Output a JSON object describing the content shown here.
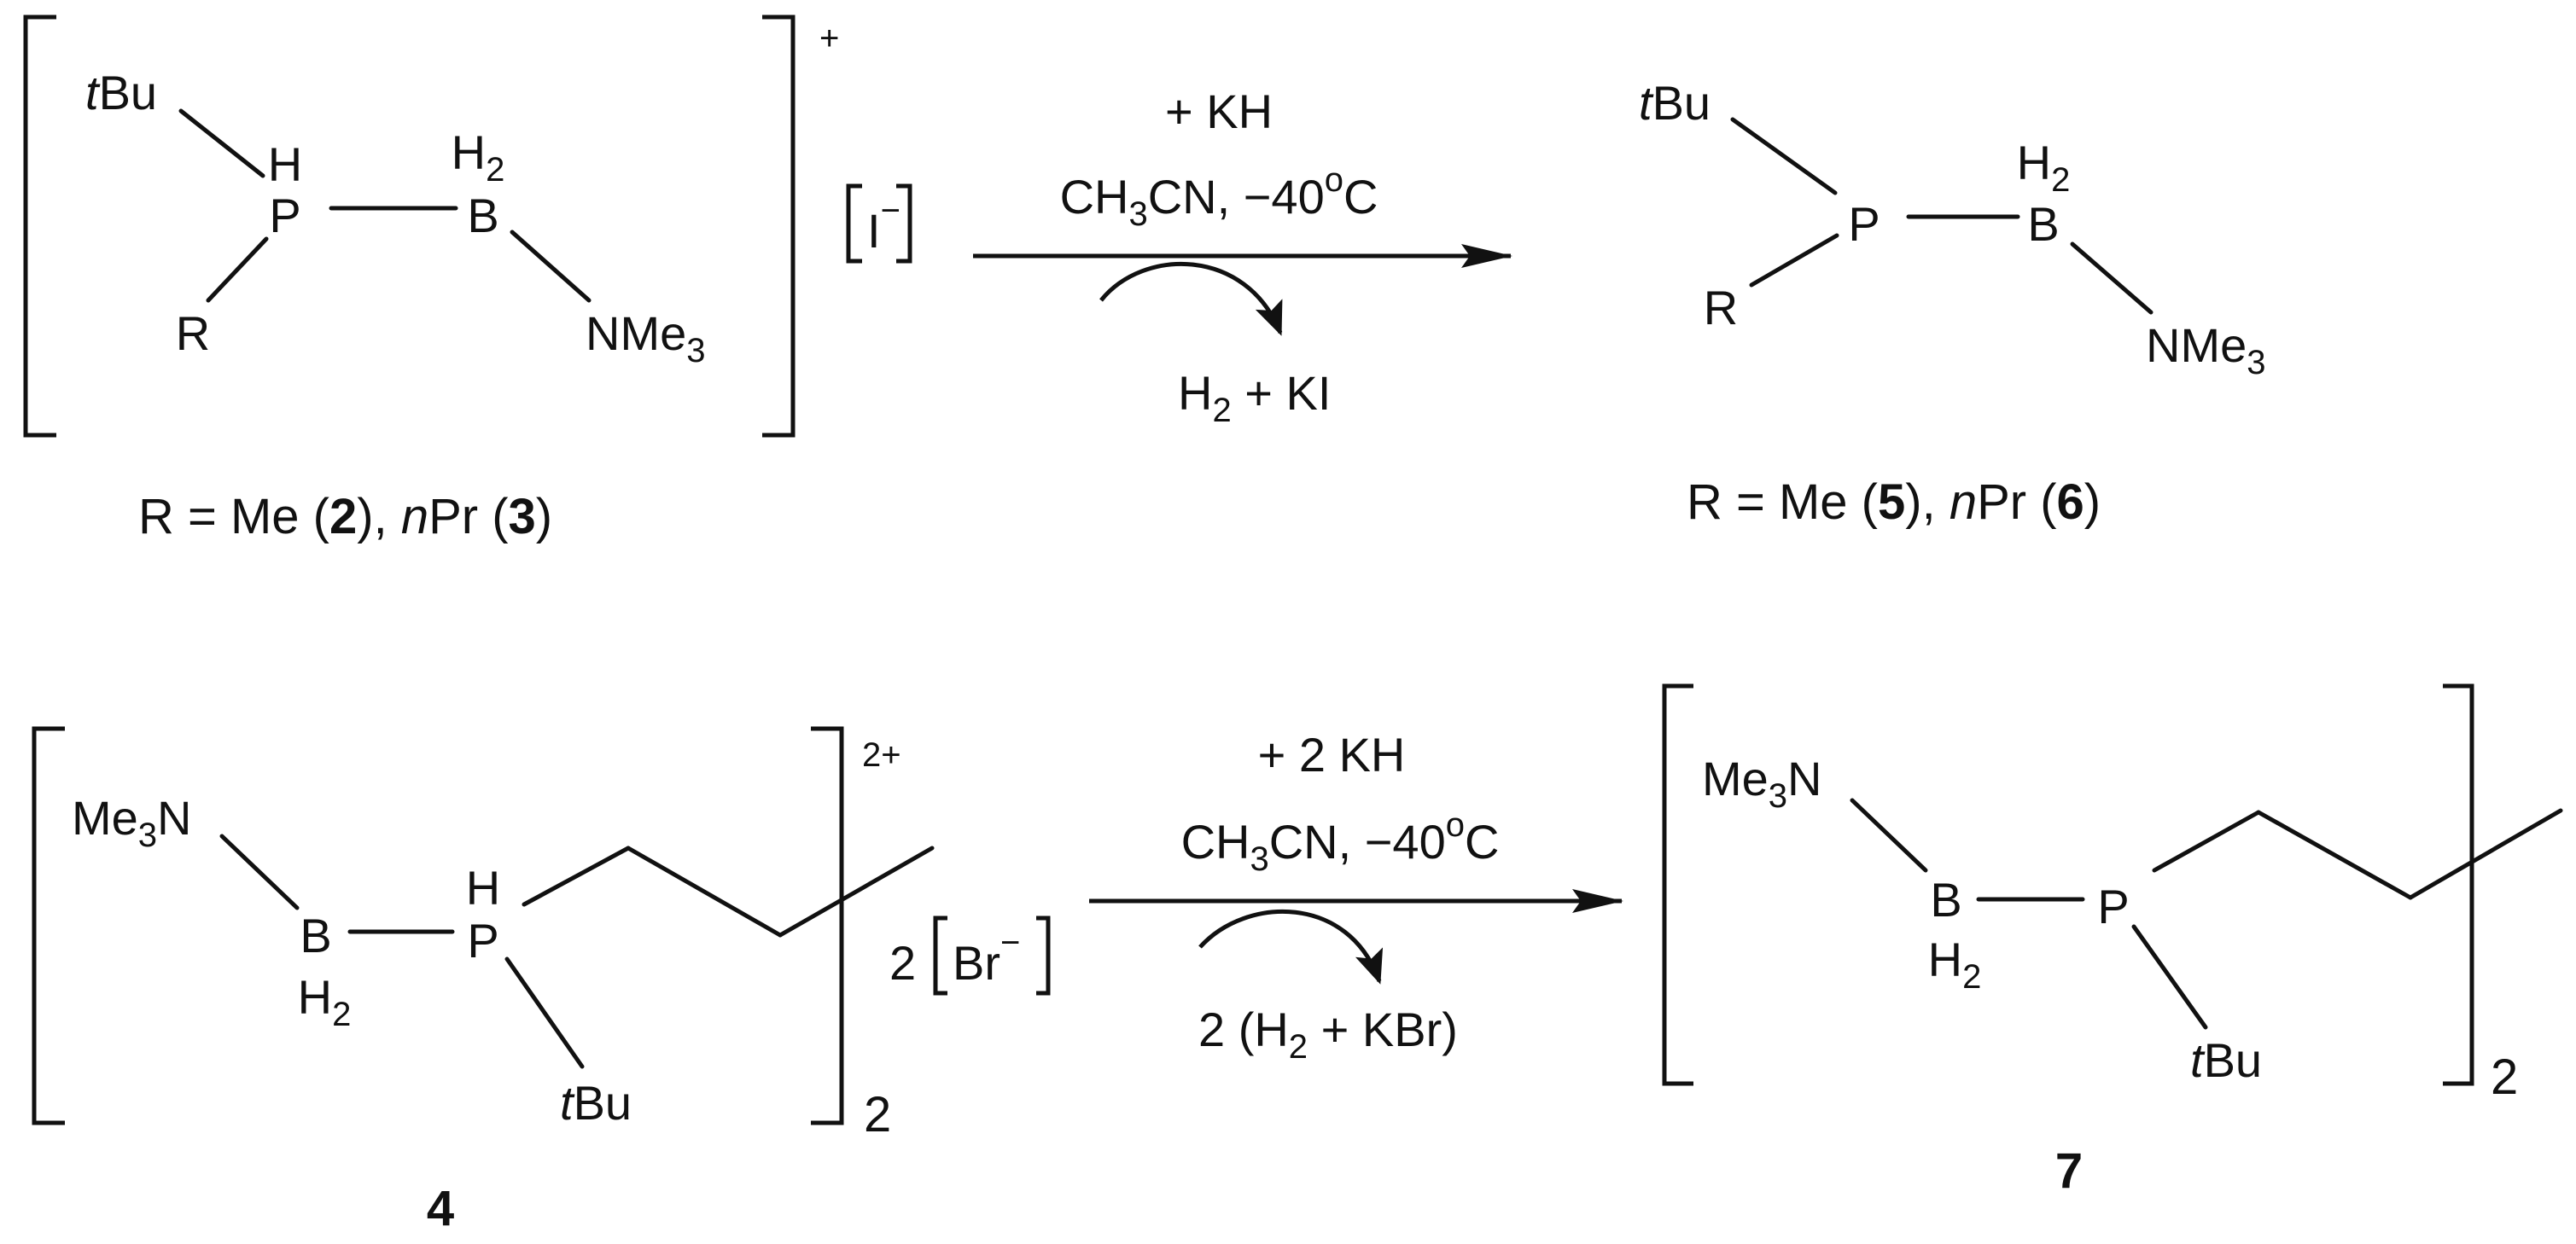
{
  "scheme": {
    "r1": {
      "reactant": {
        "tBu": "tBu",
        "H": "H",
        "P": "P",
        "H2": "H2",
        "B": "B",
        "R": "R",
        "NMe3": "NMe3",
        "charge": "+",
        "counterion": "I−"
      },
      "caption_prefix": "R = Me (",
      "caption_n1": "2",
      "caption_mid": "), ",
      "caption_npr_n": "n",
      "caption_npr_pr": "Pr (",
      "caption_n2": "3",
      "caption_end": ")",
      "reagent_above": "+ KH",
      "conditions": "CH3CN, −40oC",
      "byproduct": "H2 + KI",
      "product": {
        "tBu": "tBu",
        "P": "P",
        "H2": "H2",
        "B": "B",
        "R": "R",
        "NMe3": "NMe3"
      },
      "product_caption_prefix": "R = Me (",
      "product_caption_n1": "5",
      "product_caption_mid": "), ",
      "product_caption_npr_n": "n",
      "product_caption_npr_pr": "Pr (",
      "product_caption_n2": "6",
      "product_caption_end": ")"
    },
    "r2": {
      "reactant": {
        "Me3N": "Me3N",
        "B": "B",
        "H2": "H2",
        "H": "H",
        "P": "P",
        "tBu": "tBu",
        "charge": "2+",
        "repeat": "2",
        "counterion_coef": "2",
        "counterion": "Br−"
      },
      "reactant_label": "4",
      "reagent_above": "+ 2 KH",
      "conditions": "CH3CN, −40oC",
      "byproduct": "2 (H2 + KBr)",
      "product": {
        "Me3N": "Me3N",
        "B": "B",
        "H2": "H2",
        "P": "P",
        "tBu": "tBu",
        "repeat": "2"
      },
      "product_label": "7"
    }
  },
  "colors": {
    "ink": "#111111",
    "background": "#ffffff"
  }
}
